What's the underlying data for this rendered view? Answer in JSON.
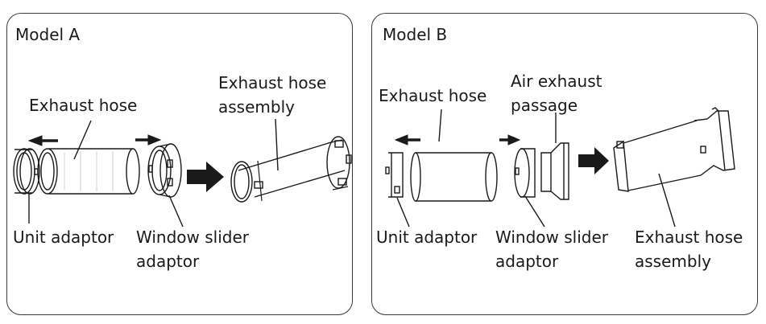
{
  "panel_a": {
    "title": "Model A",
    "labels": {
      "exhaust_hose": "Exhaust hose",
      "exhaust_hose_assembly_1": "Exhaust hose",
      "exhaust_hose_assembly_2": "assembly",
      "unit_adaptor": "Unit adaptor",
      "window_slider_adaptor_1": "Window slider",
      "window_slider_adaptor_2": "adaptor"
    }
  },
  "panel_b": {
    "title": "Model B",
    "labels": {
      "exhaust_hose": "Exhaust hose",
      "air_exhaust_passage_1": "Air exhaust",
      "air_exhaust_passage_2": "passage",
      "unit_adaptor": "Unit adaptor",
      "window_slider_adaptor_1": "Window slider",
      "window_slider_adaptor_2": "adaptor",
      "exhaust_hose_assembly_1": "Exhaust hose",
      "exhaust_hose_assembly_2": "assembly"
    }
  }
}
